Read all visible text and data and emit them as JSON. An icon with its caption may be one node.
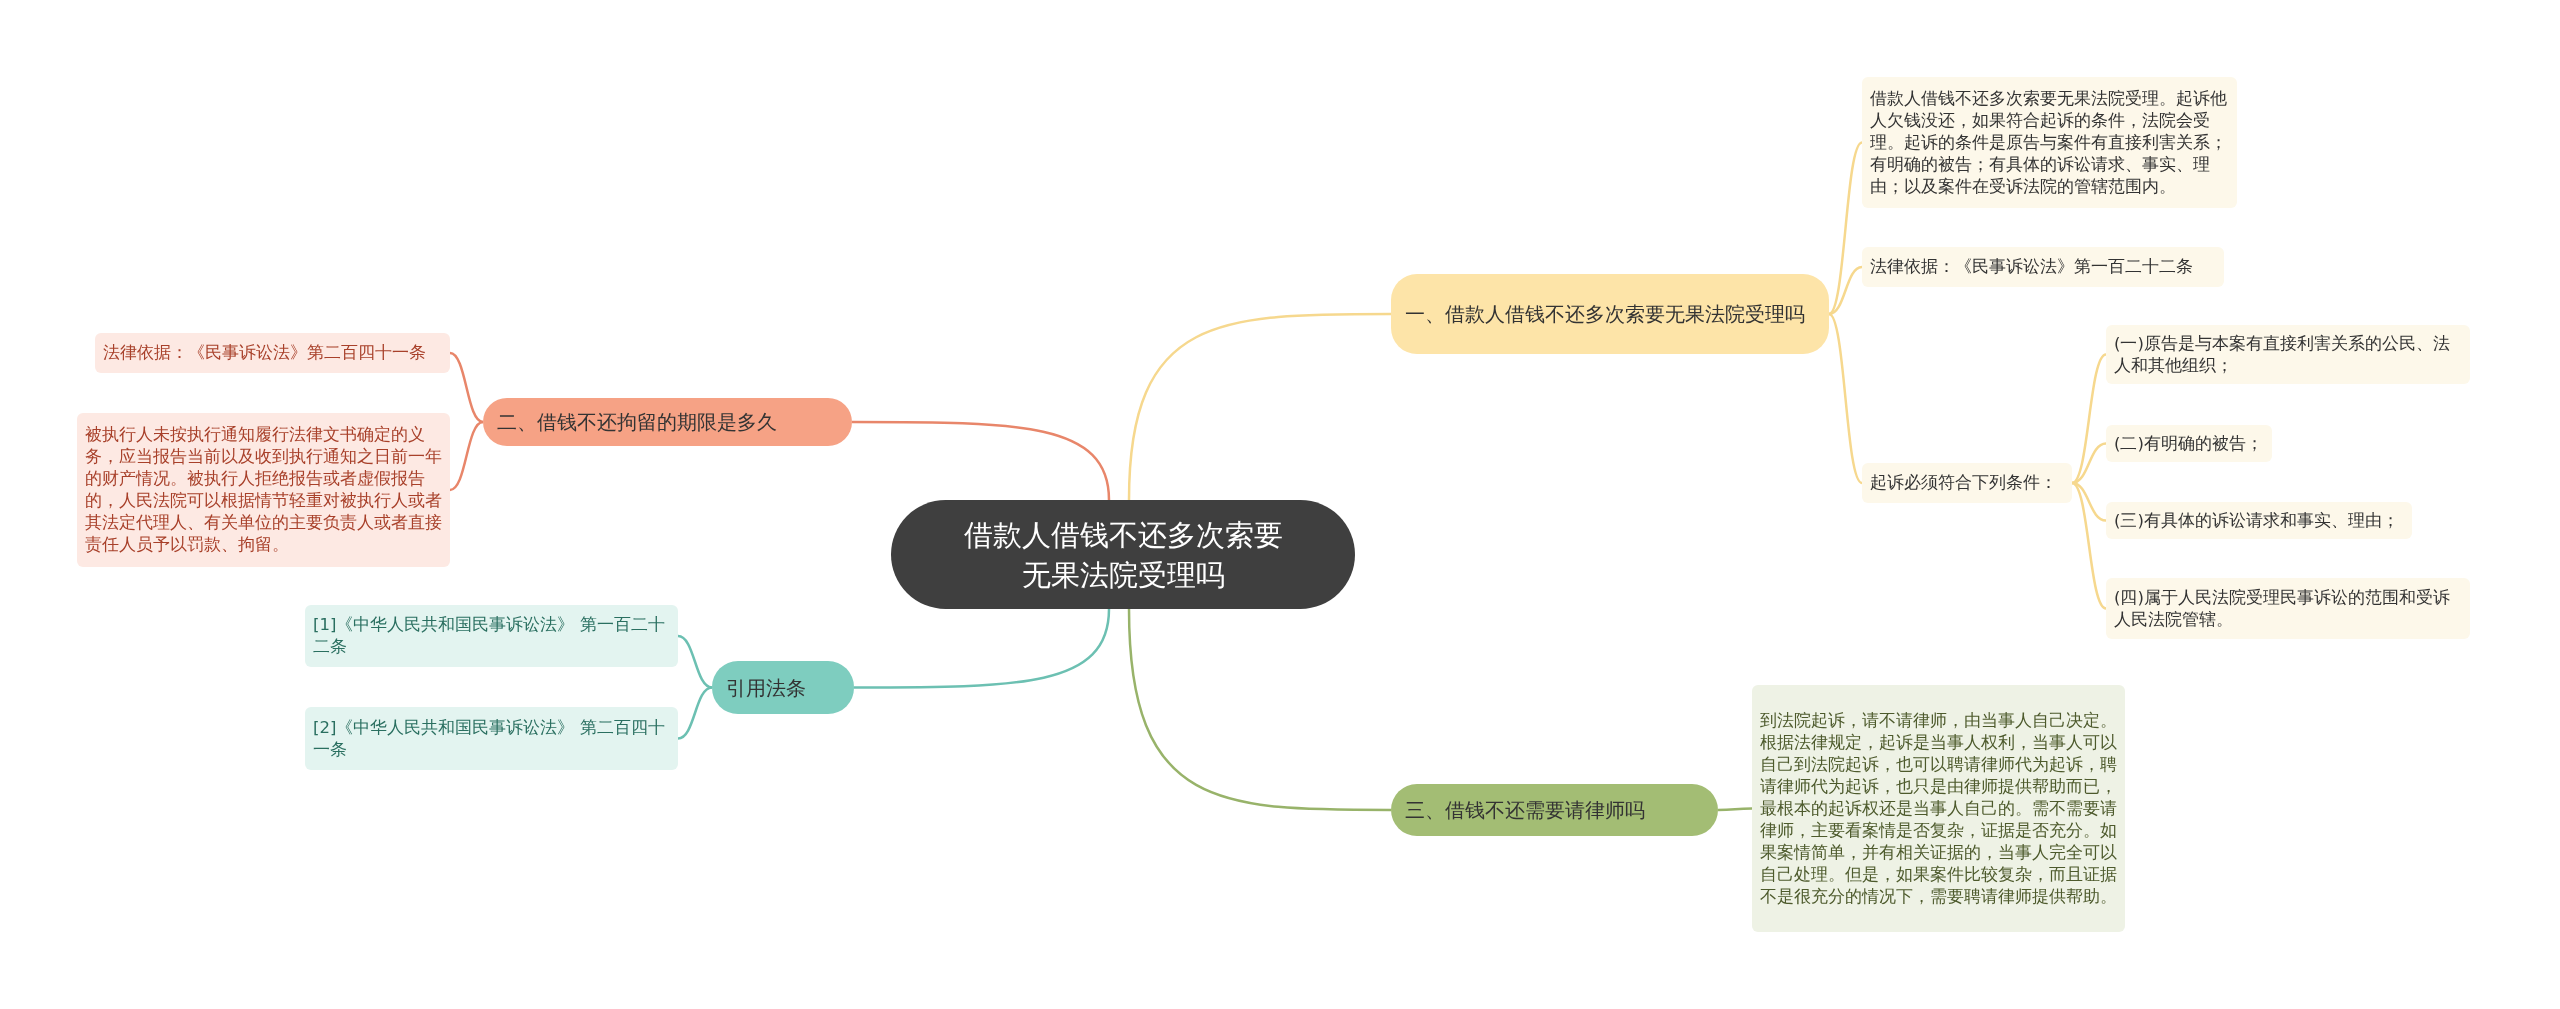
{
  "diagram": {
    "nodes": [
      {
        "text": [
          "借款人借钱不还多次索要无果法院受理吗"
        ]
      },
      {
        "text": [
          "一、借款人借钱不还多次索要无果法院受理吗"
        ]
      },
      {
        "text": [
          "借款人借钱不还多次索要无果法院受理。起诉他人欠钱没还，如果符合起诉的条件，法院会受理。起诉的条件是原告与案件有直接利害关系；有明确的被告；有具体的诉讼请求、事实、理由；以及案件在受诉法院的管辖范围内。"
        ]
      },
      {
        "text": [
          "法律依据：《民事诉讼法》第一百二十二条"
        ]
      },
      {
        "text": [
          "起诉必须符合下列条件："
        ]
      },
      {
        "text": [
          "(一)原告是与本案有直接利害关系的公民、法人和其他组织；"
        ]
      },
      {
        "text": [
          "(二)有明确的被告；"
        ]
      },
      {
        "text": [
          "(三)有具体的诉讼请求和事实、理由；"
        ]
      },
      {
        "text": [
          "(四)属于人民法院受理民事诉讼的范围和受诉人民法院管辖。"
        ]
      },
      {
        "text": [
          "二、借钱不还拘留的期限是多久"
        ]
      },
      {
        "text": [
          "法律依据：《民事诉讼法》第二百四十一条"
        ]
      },
      {
        "text": [
          "被执行人未按执行通知履行法律文书确定的义务，应当报告当前以及收到执行通知之日前一年的财产情况。被执行人拒绝报告或者虚假报告的，人民法院可以根据情节轻重对被执行人或者其法定代理人、有关单位的主要负责人或者直接责任人员予以罚款、拘留。"
        ]
      },
      {
        "text": [
          "引用法条"
        ]
      },
      {
        "text": [
          "[1]《中华人民共和国民事诉讼法》 第一百二十二条"
        ]
      },
      {
        "text": [
          "[2]《中华人民共和国民事诉讼法》 第二百四十一条"
        ]
      },
      {
        "text": [
          "三、借钱不还需要请律师吗"
        ]
      },
      {
        "text": [
          "到法院起诉，请不请律师，由当事人自己决定。根据法律规定，起诉是当事人权利，当事人可以自己到法院起诉，也可以聘请律师代为起诉，聘请律师代为起诉，也只是由律师提供帮助而已，最根本的起诉权还是当事人自己的。需不需要请律师，主要看案情是否复杂，证据是否充分。如果案情简单，并有相关证据的，当事人完全可以自己处理。但是，如果案件比较复杂，而且证据不是很充分的情况下，需要聘请律师提供帮助。"
        ]
      }
    ],
    "edges": [
      {
        "from": 0,
        "to": 1,
        "arrow": "none",
        "color": "#f6d88e"
      },
      {
        "from": 1,
        "to": 2,
        "arrow": "none",
        "color": "#f6d88e"
      },
      {
        "from": 1,
        "to": 3,
        "arrow": "none",
        "color": "#f6d88e"
      },
      {
        "from": 1,
        "to": 4,
        "arrow": "none",
        "color": "#f6d88e"
      },
      {
        "from": 4,
        "to": 5,
        "arrow": "none",
        "color": "#f6d88e"
      },
      {
        "from": 4,
        "to": 6,
        "arrow": "none",
        "color": "#f6d88e"
      },
      {
        "from": 4,
        "to": 7,
        "arrow": "none",
        "color": "#f6d88e"
      },
      {
        "from": 4,
        "to": 8,
        "arrow": "none",
        "color": "#f6d88e"
      },
      {
        "from": 0,
        "to": 9,
        "arrow": "none",
        "color": "#e8866a"
      },
      {
        "from": 9,
        "to": 10,
        "arrow": "none",
        "color": "#e8866a"
      },
      {
        "from": 9,
        "to": 11,
        "arrow": "none",
        "color": "#e8866a"
      },
      {
        "from": 0,
        "to": 12,
        "arrow": "none",
        "color": "#6cc0b2"
      },
      {
        "from": 12,
        "to": 13,
        "arrow": "none",
        "color": "#6cc0b2"
      },
      {
        "from": 12,
        "to": 14,
        "arrow": "none",
        "color": "#6cc0b2"
      },
      {
        "from": 0,
        "to": 15,
        "arrow": "none",
        "color": "#98b36a"
      },
      {
        "from": 15,
        "to": 16,
        "arrow": "none",
        "color": "#98b36a"
      }
    ]
  }
}
